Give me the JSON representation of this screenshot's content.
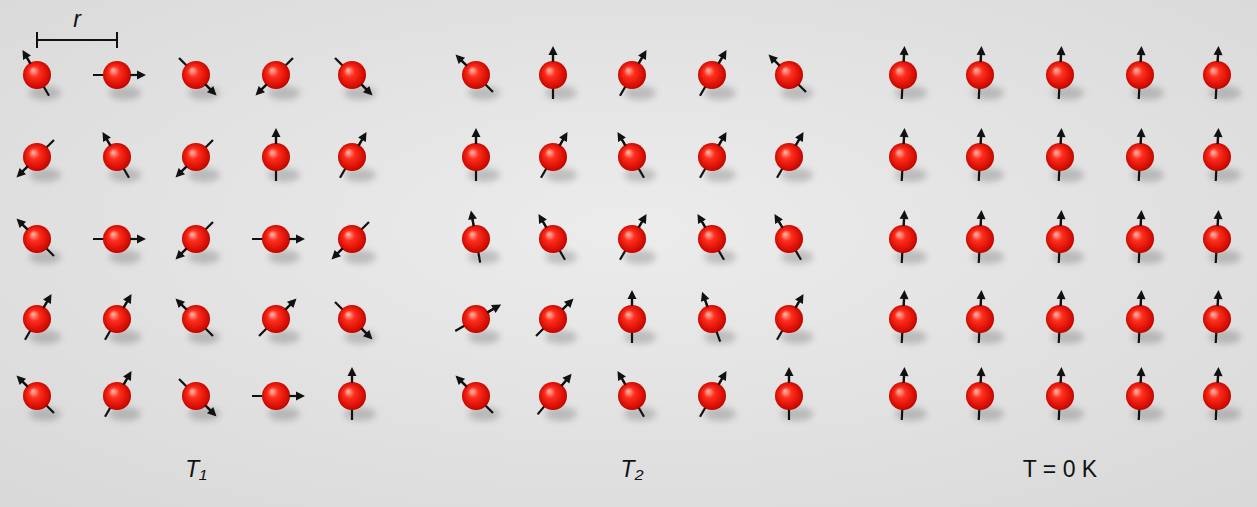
{
  "diagram": {
    "labels": [
      "r",
      "T₁",
      "T₂",
      "T = 0 K"
    ]
  }
}
